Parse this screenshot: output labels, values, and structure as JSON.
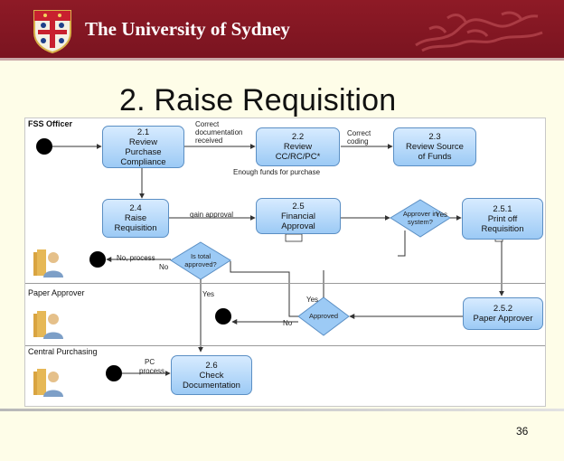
{
  "header": {
    "university_name": "The University of Sydney"
  },
  "slide": {
    "title": "2. Raise Requisition",
    "page_number": "36"
  },
  "colors": {
    "banner": "#7a1420",
    "task_fill_top": "#d7ebff",
    "task_fill_bottom": "#9ccaf5",
    "task_border": "#5b8fc4",
    "background": "#fefde8"
  },
  "lanes": {
    "fss_officer": "FSS Officer",
    "paper_approver": "Paper Approver",
    "central_purchasing": "Central Purchasing"
  },
  "tasks": {
    "t21": [
      "2.1",
      "Review",
      "Purchase",
      "Compliance"
    ],
    "t22": [
      "2.2",
      "Review",
      "CC/RC/PC*"
    ],
    "t23": [
      "2.3",
      "Review Source",
      "of Funds"
    ],
    "t24": [
      "2.4",
      "Raise",
      "Requisition"
    ],
    "t25": [
      "2.5",
      "Financial",
      "Approval"
    ],
    "t251": [
      "2.5.1",
      "Print off",
      "Requisition"
    ],
    "t252": [
      "2.5.2",
      "Paper Approver"
    ],
    "t26": [
      "2.6",
      "Check",
      "Documentation"
    ]
  },
  "edge_labels": {
    "correct_docs": [
      "Correct",
      "documentation",
      "received"
    ],
    "correct_coding": [
      "Correct",
      "coding"
    ],
    "enough_funds": "Enough funds for purchase",
    "gain_approval": "gain approval",
    "yes_1": "Yes",
    "no_process_1": "No, process",
    "no_1": "No",
    "yes_2": "Yes",
    "yes_3": "Yes",
    "no_2": "No",
    "pc_process": [
      "PC",
      "process"
    ]
  },
  "gateways": {
    "approver_in_system": [
      "Approver in",
      "system?"
    ],
    "is_total_approved": [
      "Is total",
      "approved?"
    ],
    "approved": "Approved"
  }
}
